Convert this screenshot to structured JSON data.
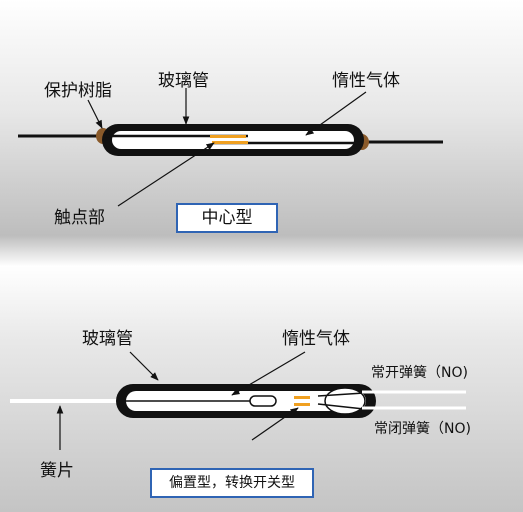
{
  "top": {
    "labels": {
      "resin": "保护树脂",
      "glass": "玻璃管",
      "gas": "惰性气体",
      "contact": "触点部"
    },
    "caption": "中心型"
  },
  "bottom": {
    "labels": {
      "glass": "玻璃管",
      "gas": "惰性气体",
      "no": "常开弹簧（NO)",
      "nc": "常闭弹簧（NO)",
      "reed": "簧片"
    },
    "caption": "偏置型，转换开关型"
  },
  "colors": {
    "tube": "#111111",
    "resin": "#8a5a2a",
    "contact": "#f0a020",
    "caption_border": "#2f64b4"
  }
}
